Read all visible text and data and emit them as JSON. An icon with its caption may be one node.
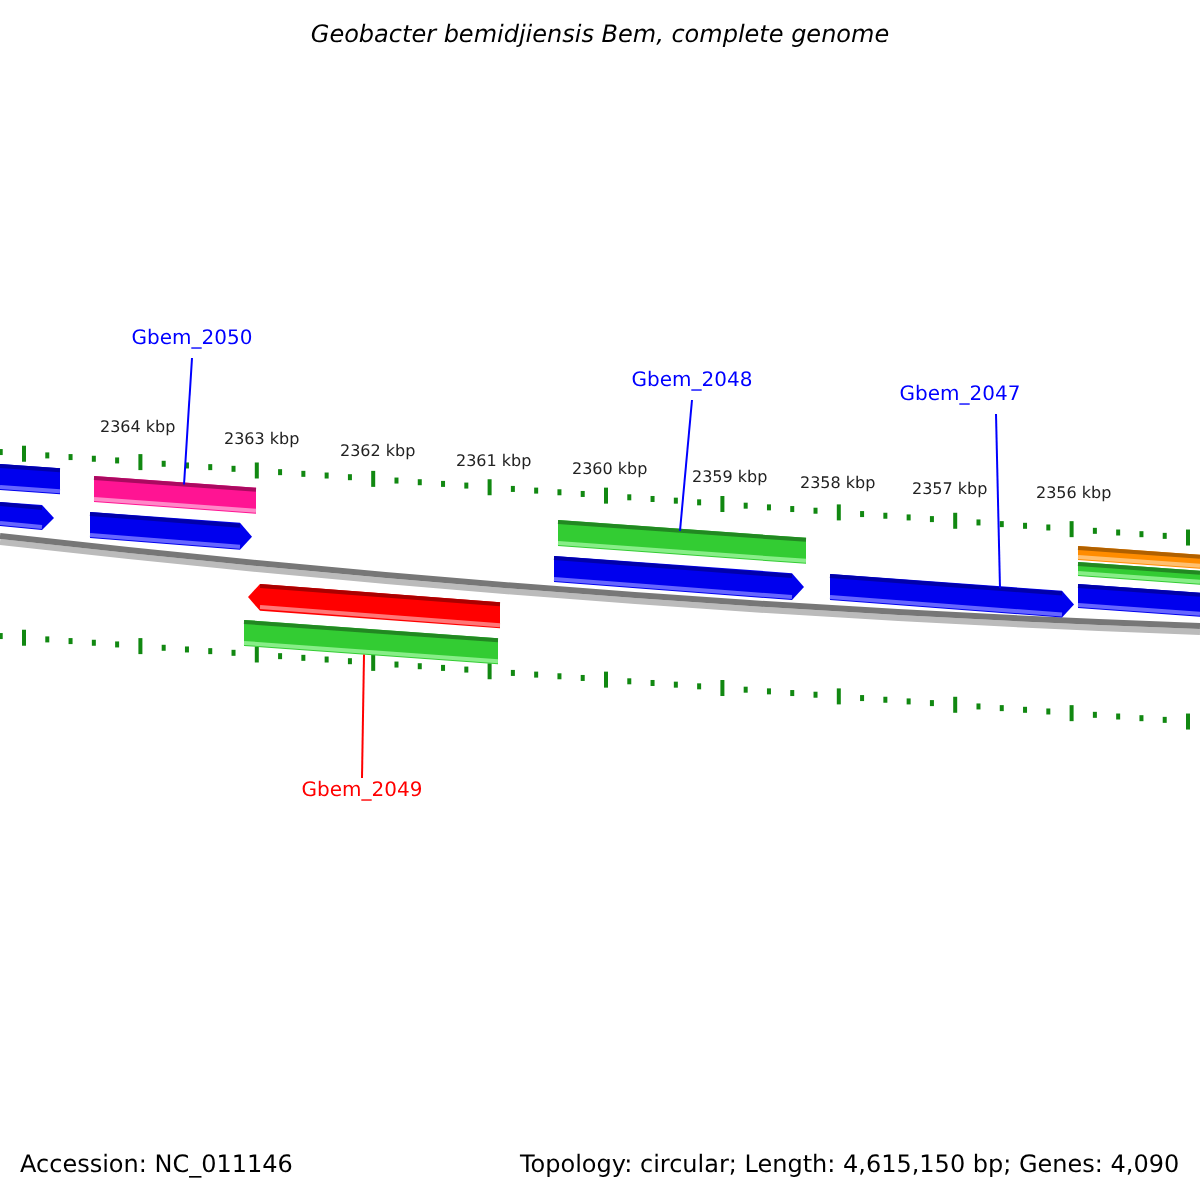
{
  "diagram": {
    "title": "Geobacter bemidjiensis Bem, complete genome",
    "nodes": [
      {
        "text": [
          "Gbem_2050"
        ]
      },
      {
        "text": [],
        "shape": "bar"
      },
      {
        "text": [
          "Gbem_2048"
        ]
      },
      {
        "text": [],
        "shape": "bar"
      },
      {
        "text": [
          "Gbem_2047"
        ]
      },
      {
        "text": [],
        "shape": "bar"
      },
      {
        "text": [
          "Gbem_2049"
        ]
      },
      {
        "text": [],
        "shape": "bar"
      },
      {
        "text": [],
        "shape": "bar"
      },
      {
        "text": [],
        "shape": "bar"
      },
      {
        "text": [],
        "shape": "bar"
      },
      {
        "text": [],
        "shape": "bar"
      },
      {
        "text": [],
        "shape": "bar"
      },
      {
        "text": [],
        "shape": "bar"
      },
      {
        "text": [],
        "shape": "bar"
      },
      {
        "text": [],
        "shape": "bar"
      }
    ],
    "edges": [
      {
        "from": 0,
        "to": 1,
        "arrow": "none"
      },
      {
        "from": 2,
        "to": 3,
        "arrow": "none"
      },
      {
        "from": 4,
        "to": 5,
        "arrow": "none"
      },
      {
        "from": 6,
        "to": 7,
        "arrow": "none",
        "color": "#ff0000"
      }
    ],
    "labels": [
      "2364 kbp",
      "2363 kbp",
      "2362 kbp",
      "2361 kbp",
      "2360 kbp",
      "2359 kbp",
      "2358 kbp",
      "2357 kbp",
      "2356 kbp",
      "Accession: NC_011146",
      "Topology: circular; Length: 4,615,150 bp; Genes: 4,090"
    ]
  }
}
